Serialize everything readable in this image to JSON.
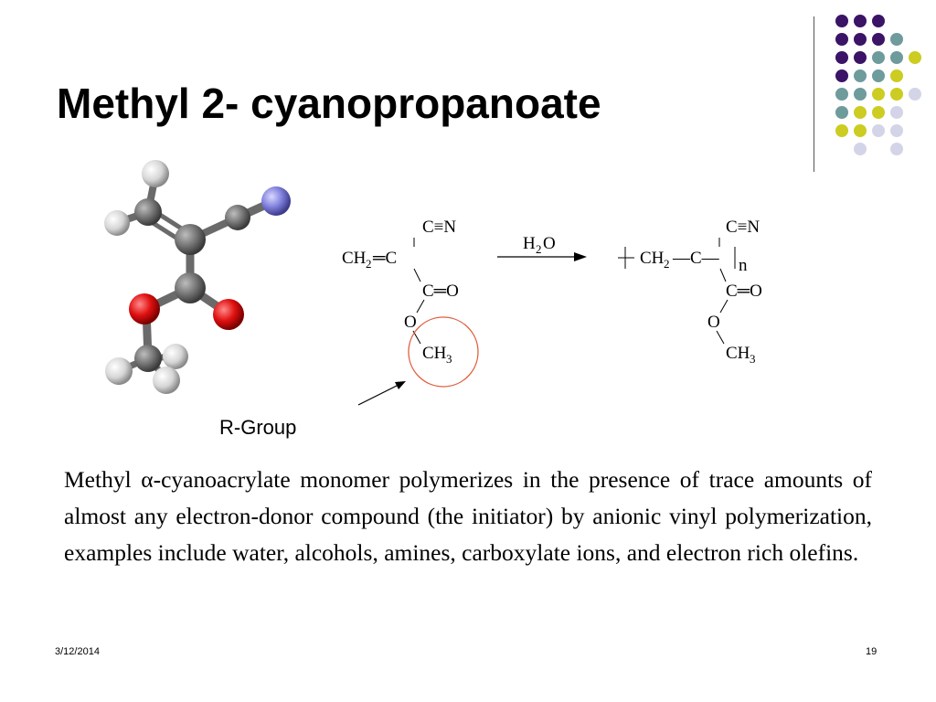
{
  "slide": {
    "title": "Methyl 2- cyanopropanoate",
    "rgroup_label": "R-Group",
    "body": "Methyl α-cyanoacrylate monomer polymerizes in the presence of trace amounts of almost any electron-donor compound (the initiator) by anionic vinyl polymerization, examples include water, alcohols, amines, carboxylate ions, and electron rich olefins.",
    "footer_date": "3/12/2014",
    "page_number": "19"
  },
  "scheme": {
    "monomer": {
      "nitrile": "C≡N",
      "vinyl_ch": "CH",
      "vinyl_sub": "2",
      "vinyl_rest": "═C",
      "carbonyl": "C═O",
      "ester_o": "O",
      "methyl": "CH",
      "methyl_sub": "3"
    },
    "reagent": "H",
    "reagent_sub": "2",
    "reagent_rest": "O",
    "polymer": {
      "nitrile": "C≡N",
      "chain_ch": "CH",
      "chain_sub": "2",
      "chain_rest": "—C—",
      "repeat": "n",
      "carbonyl": "C═O",
      "ester_o": "O",
      "methyl": "CH",
      "methyl_sub": "3"
    }
  },
  "colors": {
    "purple": "#3b1367",
    "teal": "#6e9b9b",
    "yellow": "#cccc22",
    "lavender": "#d4d4e8",
    "carbon": "#777777",
    "oxygen": "#dd1111",
    "nitrogen": "#8080dd",
    "hydrogen": "#dddddd",
    "circle": "#e06040"
  }
}
